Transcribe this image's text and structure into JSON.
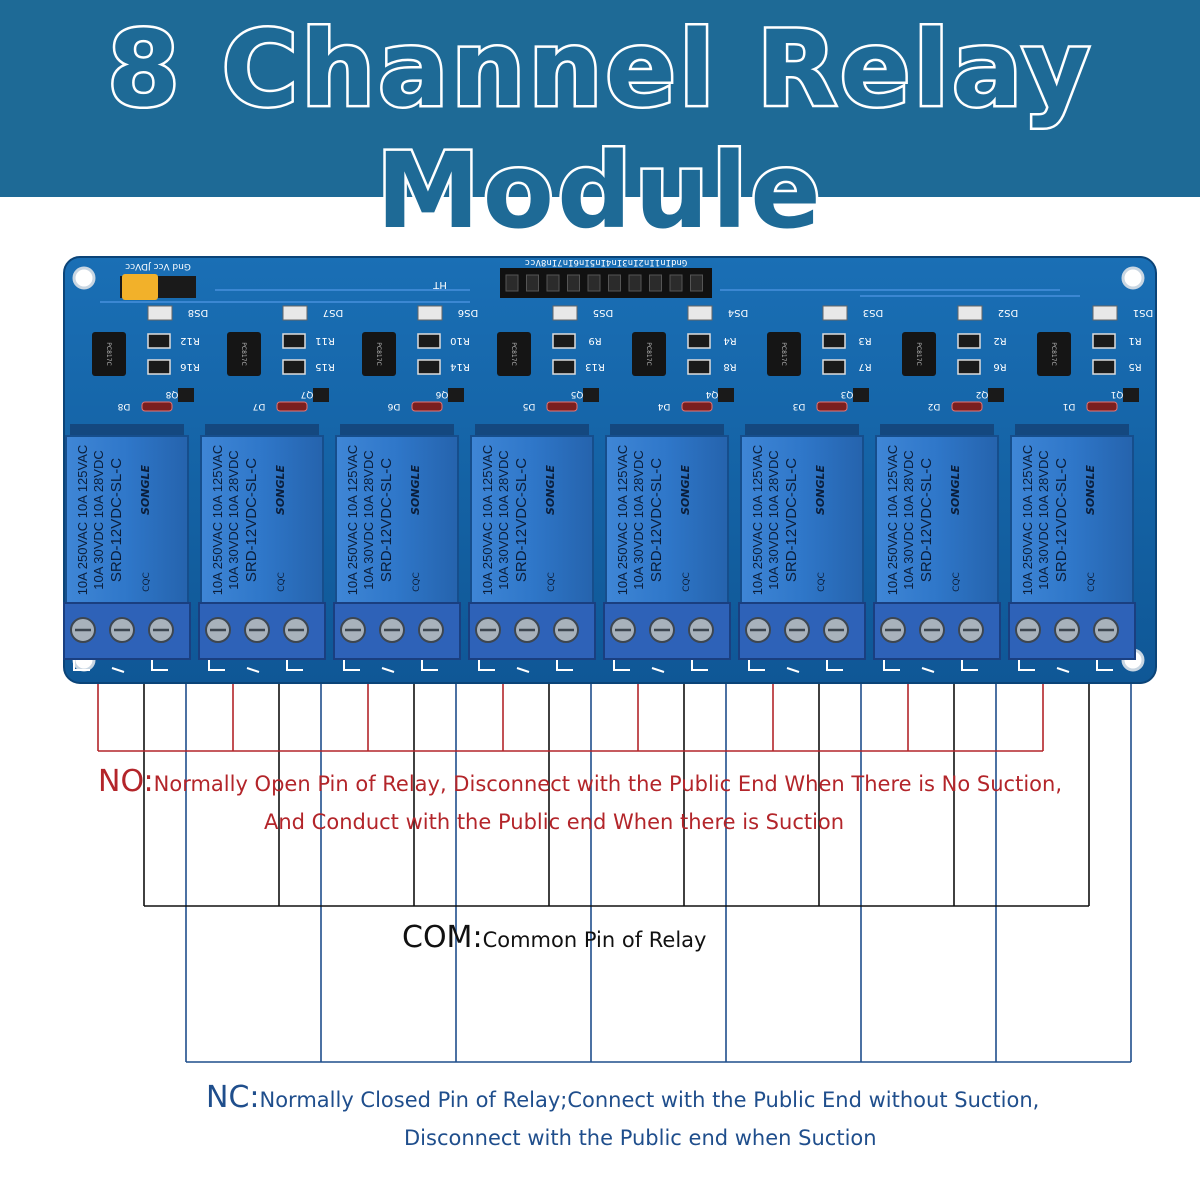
{
  "title": "8 Channel Relay Module",
  "board": {
    "header_pins_label": "GndIn1In2In3In4In5In6In7In8Vcc",
    "header_label": "HT",
    "jumper_label": "Gnd Vcc JDVcc",
    "relays": [
      {
        "id": "relay-1",
        "led": "DS8",
        "diode": "D8",
        "transistor": "Q8",
        "resistors": [
          "R12",
          "R16"
        ]
      },
      {
        "id": "relay-2",
        "led": "DS7",
        "diode": "D7",
        "transistor": "Q7",
        "resistors": [
          "R11",
          "R15"
        ]
      },
      {
        "id": "relay-3",
        "led": "DS6",
        "diode": "D6",
        "transistor": "Q6",
        "resistors": [
          "R10",
          "R14"
        ]
      },
      {
        "id": "relay-4",
        "led": "DS5",
        "diode": "D5",
        "transistor": "Q5",
        "resistors": [
          "R9",
          "R13"
        ]
      },
      {
        "id": "relay-5",
        "led": "DS4",
        "diode": "D4",
        "transistor": "Q4",
        "resistors": [
          "R4",
          "R8"
        ]
      },
      {
        "id": "relay-6",
        "led": "DS3",
        "diode": "D3",
        "transistor": "Q3",
        "resistors": [
          "R3",
          "R7"
        ]
      },
      {
        "id": "relay-7",
        "led": "DS2",
        "diode": "D2",
        "transistor": "Q2",
        "resistors": [
          "R2",
          "R6"
        ]
      },
      {
        "id": "relay-8",
        "led": "DS1",
        "diode": "D1",
        "transistor": "Q1",
        "resistors": [
          "R1",
          "R5"
        ]
      }
    ],
    "relay_label": {
      "brand": "SONGLE",
      "rating_line1": "10A 250VAC 10A 125VAC",
      "rating_line2": "10A 30VDC 10A 28VDC",
      "model": "SRD-12VDC-SL-C",
      "cert": "CQC"
    },
    "optocoupler_label": "PC817C"
  },
  "legend": {
    "no": {
      "key": "NO:",
      "line1": "Normally Open Pin of Relay, Disconnect with the Public End When There is No Suction,",
      "line2": "And Conduct with the Public end When there is Suction",
      "color": "#b3252a"
    },
    "com": {
      "key": "COM:",
      "line1": "Common Pin of Relay",
      "color": "#111111"
    },
    "nc": {
      "key": "NC:",
      "line1": "Normally Closed Pin of Relay;Connect with the Public End without Suction,",
      "line2": "Disconnect with the Public end when Suction",
      "color": "#1f4e8c"
    }
  },
  "colors": {
    "banner": "#1e6a96",
    "board": "#1565a8",
    "relay_body": "#2f77c9",
    "terminal": "#2e62b8",
    "jumper": "#f2b12a"
  }
}
